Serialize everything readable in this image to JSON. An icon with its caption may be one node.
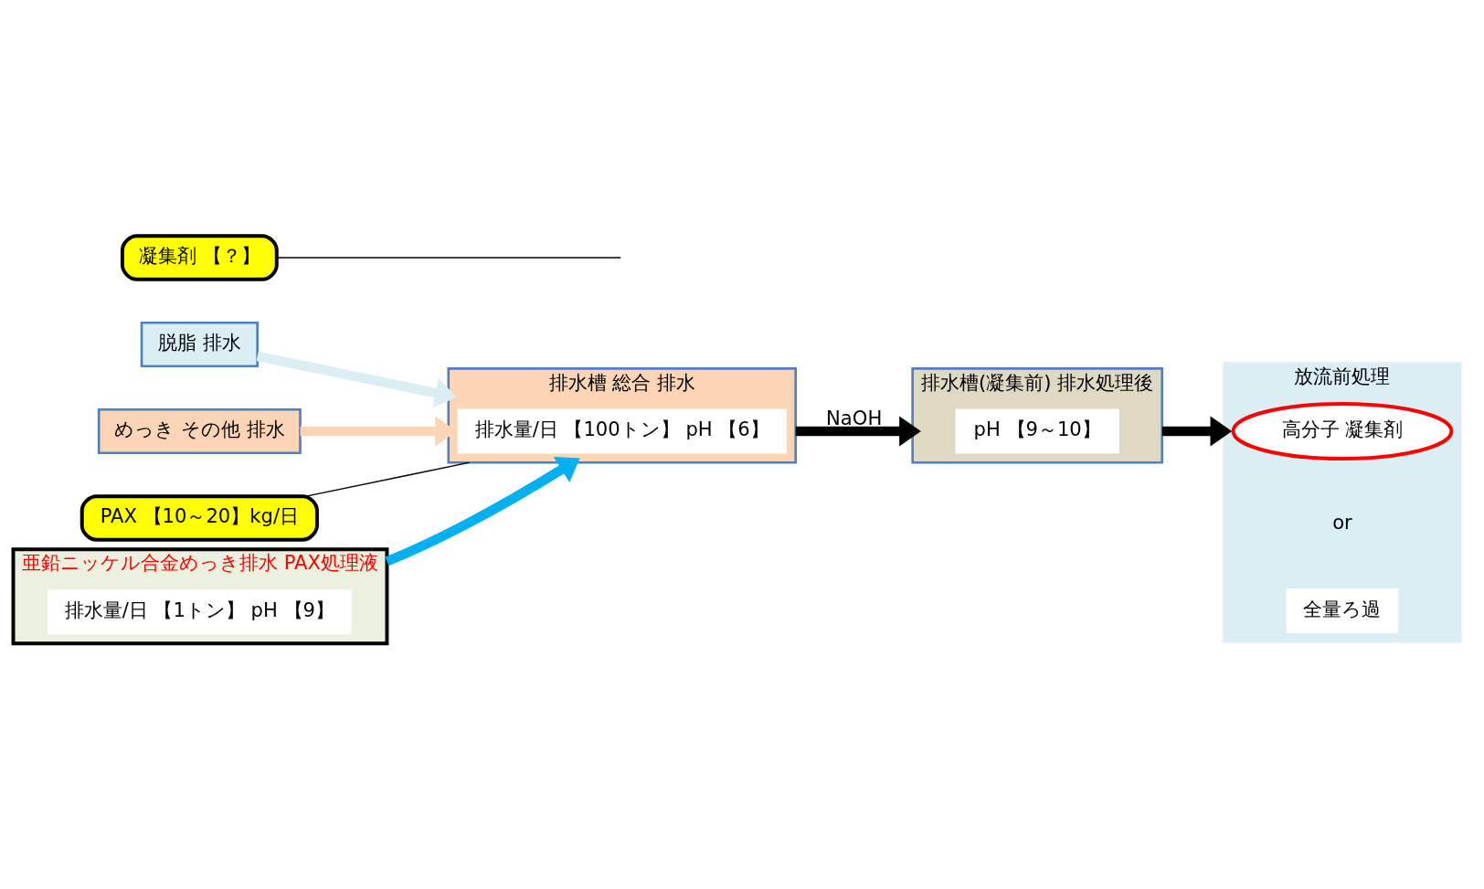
{
  "diagram": {
    "nodes": [
      {
        "text": [
          "脱脂 排水"
        ]
      },
      {
        "text": [
          "めっき その他 排水"
        ]
      },
      {
        "text": [
          "排水槽 総合 排水"
        ]
      },
      {
        "text": [
          "排水量/日 【100トン】 pH 【6】"
        ],
        "in": 2
      },
      {
        "text": [
          "PAX 【10～20】kg/日"
        ]
      },
      {
        "text": [
          "排水槽(凝集前) 排水処理後"
        ]
      },
      {
        "text": [
          "pH 【9～10】"
        ],
        "in": 5
      },
      {
        "text": [
          "亜鉛ニッケル合金めっき排水 PAX処理液"
        ]
      },
      {
        "text": [
          "排水量/日 【1トン】 pH 【9】"
        ],
        "in": 7
      },
      {
        "text": [
          "凝集剤 【？】"
        ]
      },
      {
        "text": [
          "放流前処理"
        ]
      },
      {
        "text": [
          "高分子 凝集剤"
        ],
        "in": 10
      },
      {
        "text": [
          "全量ろ過"
        ],
        "in": 10
      }
    ],
    "edges": [
      {
        "from": 0,
        "to": 2,
        "arrow": "to",
        "color": "#dbeef4"
      },
      {
        "from": 1,
        "to": 2,
        "arrow": "to",
        "color": "#fbd5b5"
      },
      {
        "from": 2,
        "to": 5,
        "arrow": "to",
        "label": "NaOH"
      },
      {
        "from": 7,
        "to": 2,
        "arrow": "to",
        "color": "#00b0f0"
      },
      {
        "from": 5,
        "to": 10,
        "arrow": "to"
      },
      {
        "from": 4,
        "to": 2,
        "arrow": "none"
      },
      {
        "from": 9,
        "to": null,
        "arrow": "none"
      }
    ],
    "labels": [
      "or"
    ]
  }
}
